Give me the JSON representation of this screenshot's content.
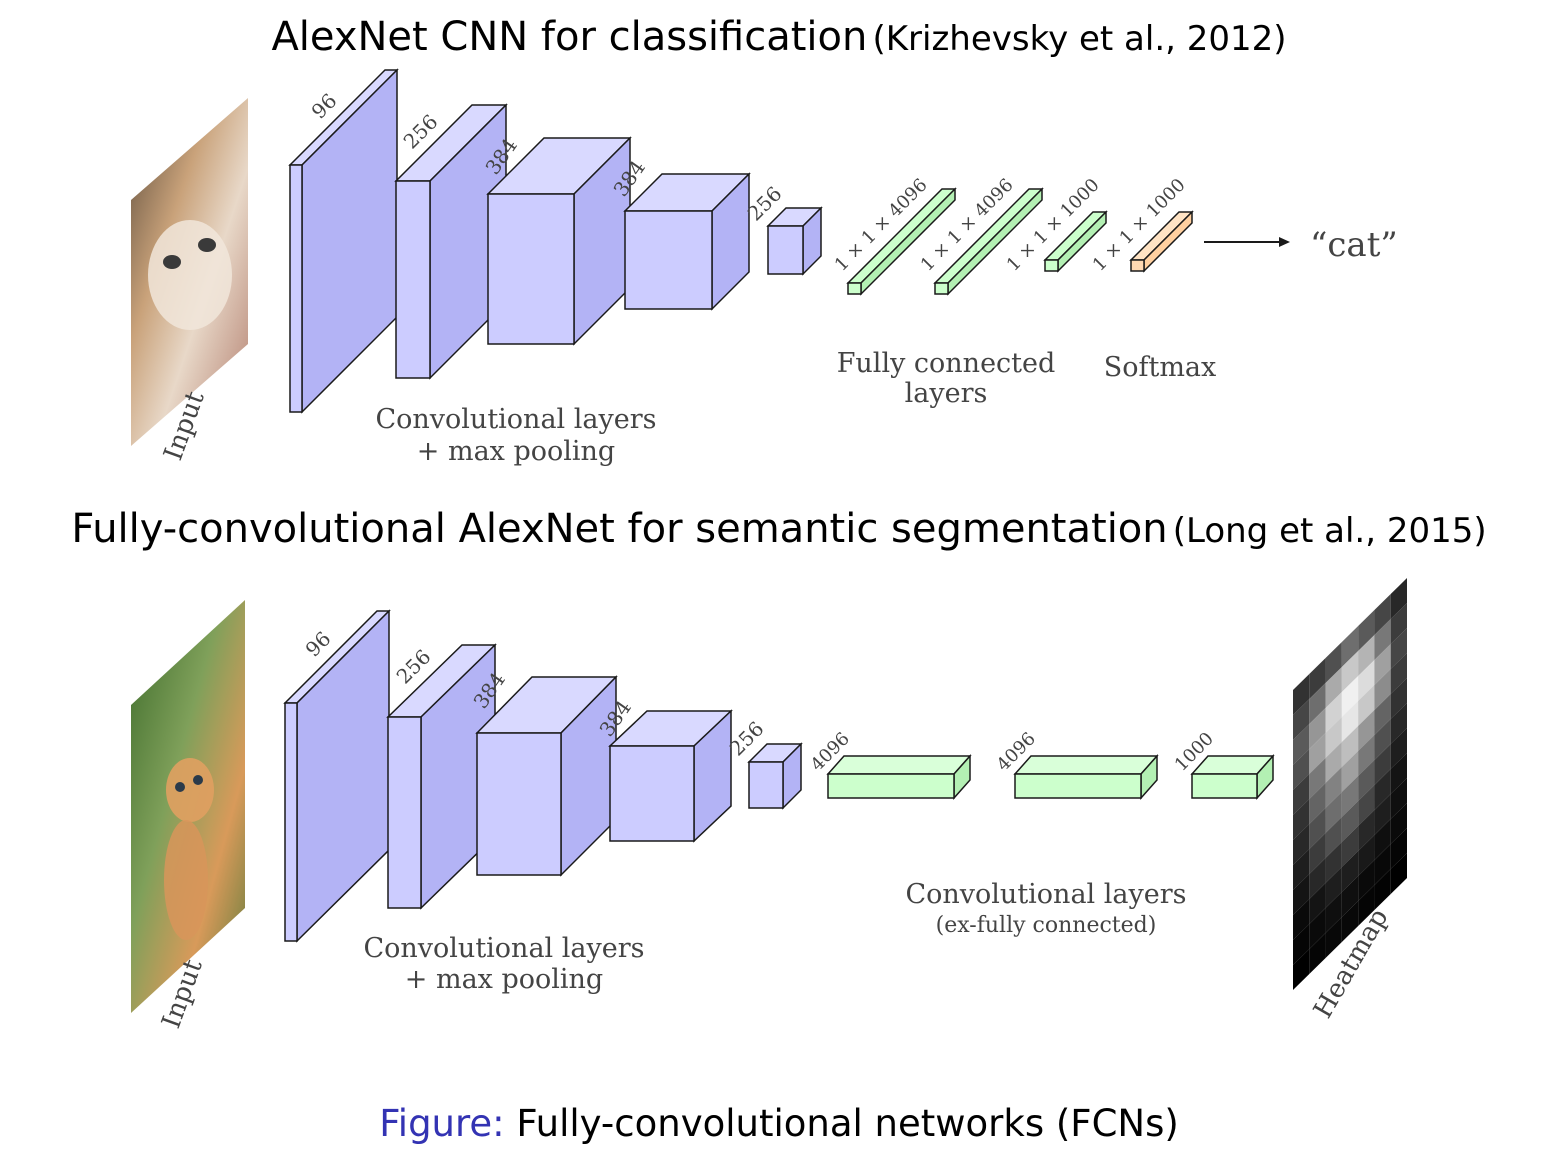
{
  "top_section": {
    "title": "AlexNet CNN for classification",
    "citation": "(Krizhevsky et al., 2012)",
    "input_label": "Input",
    "conv_labels": [
      "96",
      "256",
      "384",
      "384",
      "256"
    ],
    "conv_group_label": [
      "Convolutional layers",
      "+ max pooling"
    ],
    "fc_labels": [
      "1 × 1 × 4096",
      "1 × 1 × 4096",
      "1 × 1 × 1000"
    ],
    "softmax_dim_label": "1 × 1 × 1000",
    "fc_group_label": [
      "Fully connected",
      "layers"
    ],
    "softmax_label": "Softmax",
    "output_label": "“cat”"
  },
  "bottom_section": {
    "title": "Fully-convolutional AlexNet for semantic segmentation",
    "citation": "(Long et al., 2015)",
    "input_label": "Input",
    "conv_labels": [
      "96",
      "256",
      "384",
      "384",
      "256"
    ],
    "conv_group_label": [
      "Convolutional layers",
      "+ max pooling"
    ],
    "fcconv_labels": [
      "4096",
      "4096",
      "1000"
    ],
    "fcconv_group_label": [
      "Convolutional layers",
      "(ex-fully connected)"
    ],
    "heatmap_label": "Heatmap"
  },
  "caption": {
    "prefix": "Figure:",
    "text": "Fully-convolutional networks (FCNs)"
  },
  "colors": {
    "conv_front": "#ccccff",
    "conv_side": "#b3b3f5",
    "conv_top": "#d9d9ff",
    "fc": "#ccffcc",
    "softmax": "#ffd9b3",
    "stroke": "#1a1a1a",
    "caption_accent": "#3333b3"
  }
}
